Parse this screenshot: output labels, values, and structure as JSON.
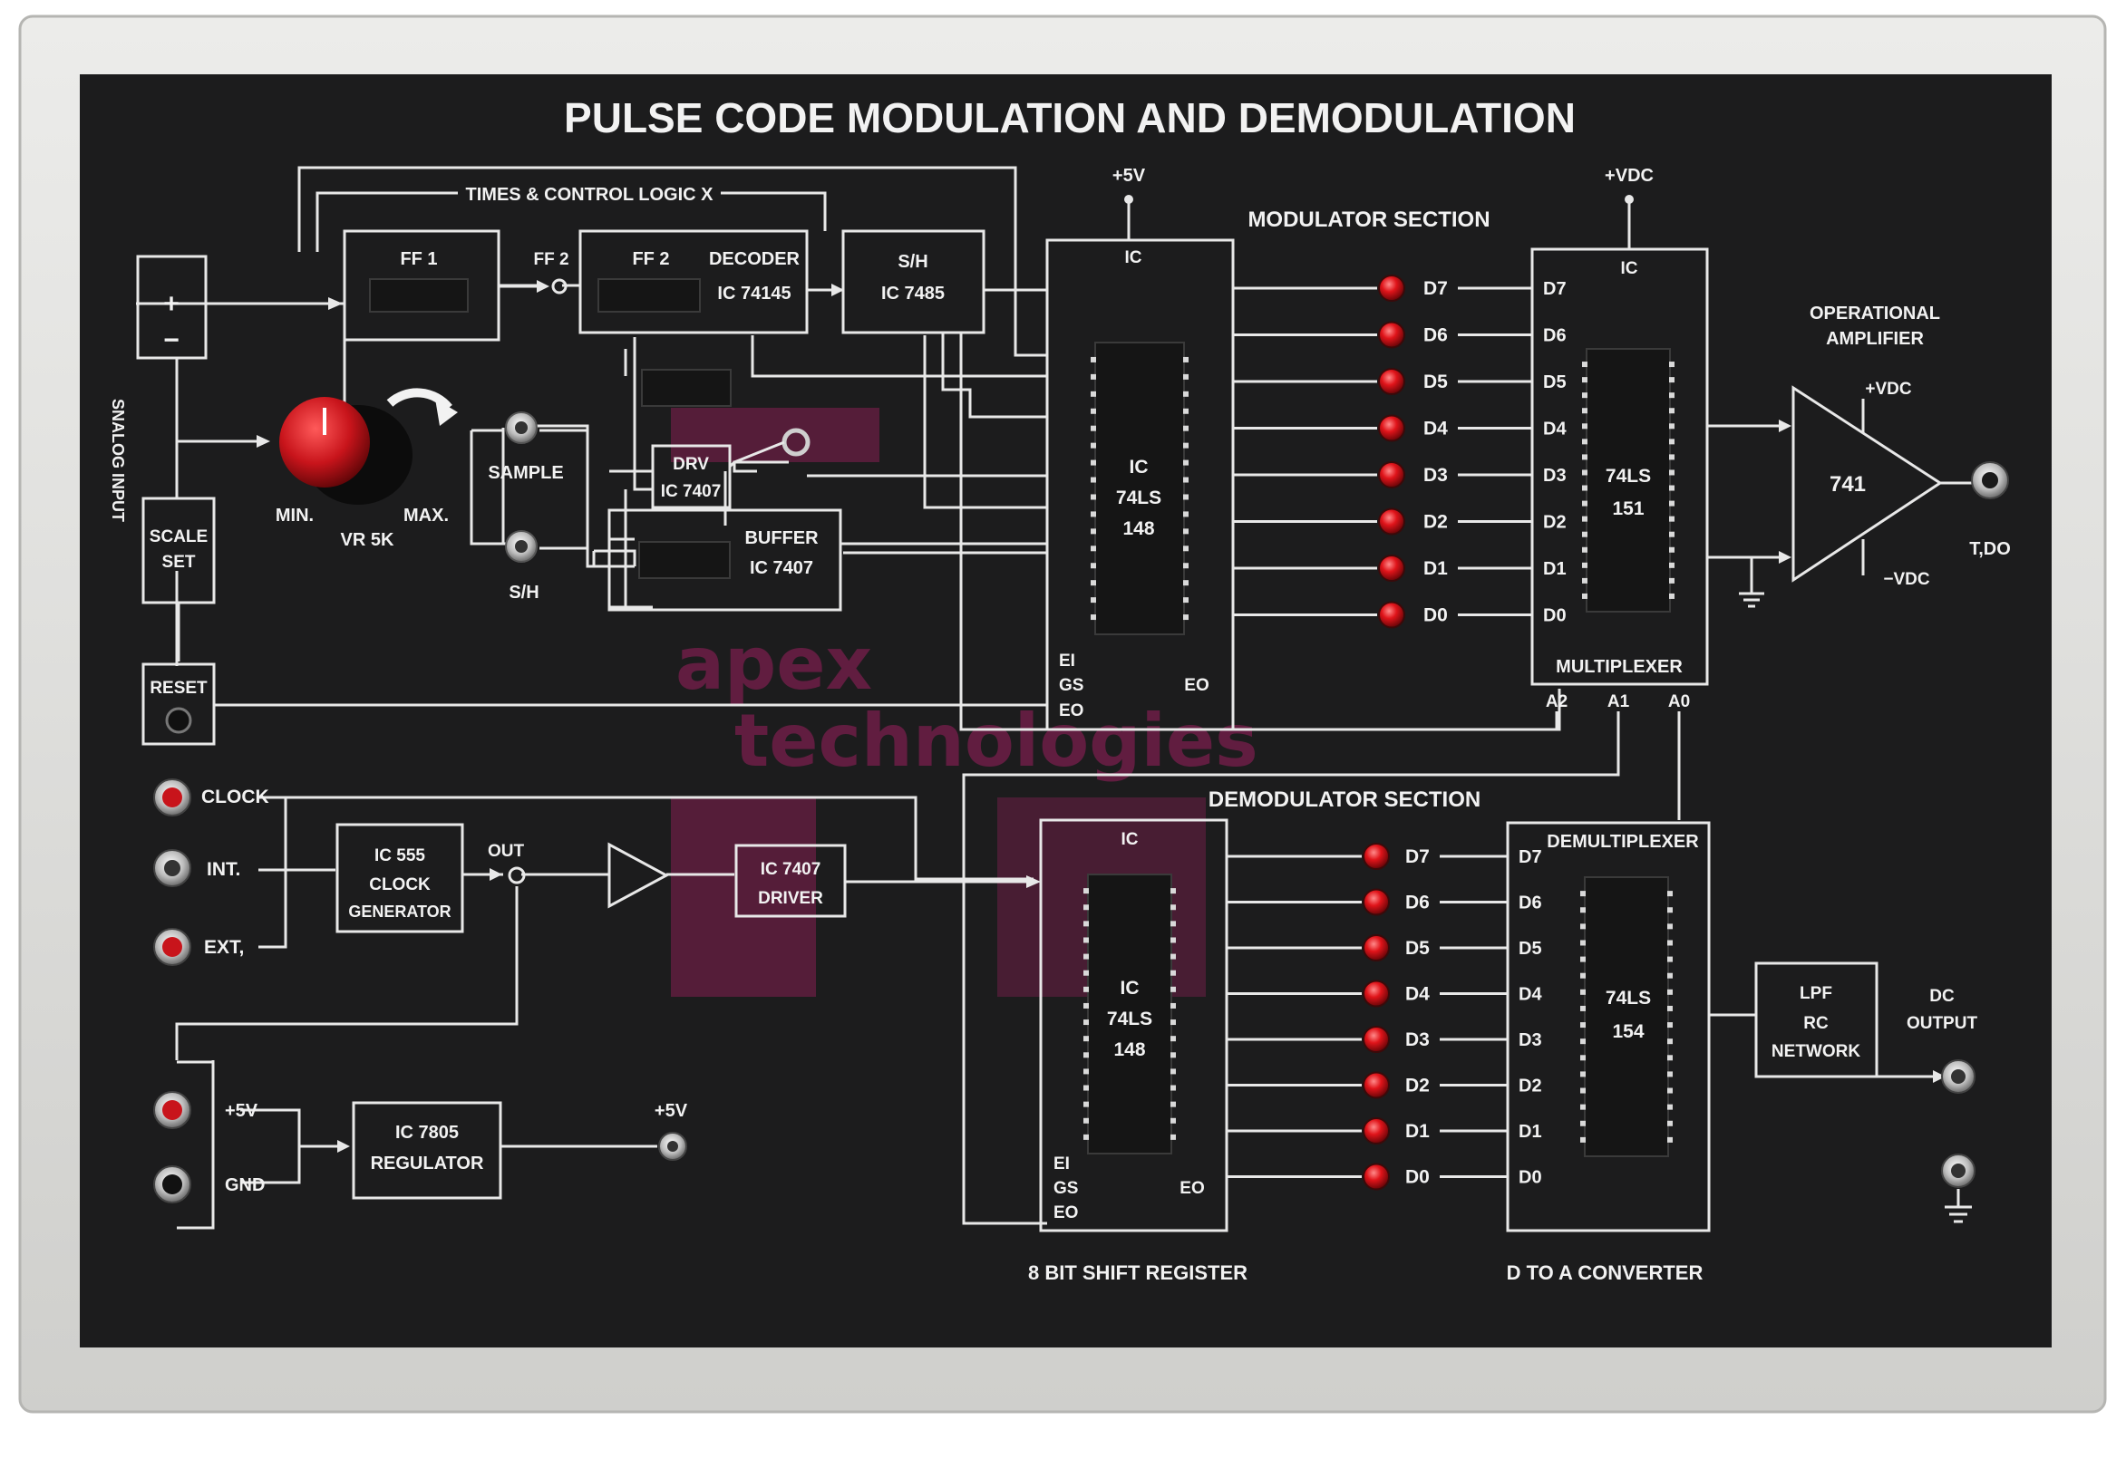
{
  "title": "PULSE CODE MODULATION AND DEMODULATION",
  "top_logic": {
    "times_control": "TIMES & CONTROL LOGIC X",
    "ff1": "FF 1",
    "ff2_label": "FF 2",
    "ff2_node": "FF 2",
    "decoder": [
      "DECODER",
      "IC 74145"
    ],
    "sh_ic": [
      "S/H",
      "IC 7485"
    ],
    "drv": [
      "DRV",
      "IC 7407"
    ],
    "buffer": [
      "BUFFER",
      "IC 7407"
    ]
  },
  "input_section": {
    "vertical_label": "SNALOG INPUT",
    "scale_set": [
      "SCALE",
      "SET"
    ],
    "reset": "RESET",
    "knob_min": "MIN.",
    "knob_max": "MAX.",
    "knob_name": "VR 5K",
    "sample": "SAMPLE",
    "sh": "S/H"
  },
  "modulator": {
    "title": "MODULATOR SECTION",
    "supply": "+5V",
    "ic_top": "IC",
    "ic_lines": [
      "IC",
      "74LS",
      "148"
    ],
    "pins_bottom": [
      "EI",
      "GS",
      "EO"
    ],
    "eo_right": "EO",
    "leds": [
      "D7",
      "D6",
      "D5",
      "D4",
      "D3",
      "D2",
      "D1",
      "D0"
    ]
  },
  "multiplexer": {
    "supply": "+VDC",
    "ic_top": "IC",
    "ic_lines": [
      "74LS",
      "151"
    ],
    "inputs": [
      "D7",
      "D6",
      "D5",
      "D4",
      "D3",
      "D2",
      "D1",
      "D0"
    ],
    "label": "MULTIPLEXER",
    "address": [
      "A2",
      "A1",
      "A0"
    ]
  },
  "opamp": {
    "title": [
      "OPERATIONAL",
      "AMPLIFIER"
    ],
    "name": "741",
    "vpos": "+VDC",
    "vneg": "−VDC",
    "output": "T,DO"
  },
  "clock_section": {
    "clock": "CLOCK",
    "int": "INT.",
    "ext": "EXT,",
    "ic555": [
      "IC 555",
      "CLOCK",
      "GENERATOR"
    ],
    "out": "OUT",
    "driver": [
      "IC 7407",
      "DRIVER"
    ]
  },
  "power": {
    "vplus": "+5V",
    "gnd": "GND",
    "regulator": [
      "IC 7805",
      "REGULATOR"
    ],
    "vout": "+5V"
  },
  "demodulator": {
    "title": "DEMODULATOR SECTION",
    "ic_top": "IC",
    "ic_lines": [
      "IC",
      "74LS",
      "148"
    ],
    "pins_bottom": [
      "EI",
      "GS",
      "EO"
    ],
    "eo_right": "EO",
    "leds": [
      "D7",
      "D6",
      "D5",
      "D4",
      "D3",
      "D2",
      "D1",
      "D0"
    ],
    "caption": "8 BIT SHIFT REGISTER"
  },
  "demultiplexer": {
    "label": "DEMULTIPLEXER",
    "ic_lines": [
      "74LS",
      "154"
    ],
    "inputs": [
      "D7",
      "D6",
      "D5",
      "D4",
      "D3",
      "D2",
      "D1",
      "D0"
    ],
    "caption": "D TO A CONVERTER"
  },
  "lpf": {
    "lines": [
      "LPF",
      "RC",
      "NETWORK"
    ],
    "dc_output": [
      "DC",
      "OUTPUT"
    ]
  },
  "watermark": [
    "apex",
    "technologies"
  ],
  "colors": {
    "panel": "#1c1c1d",
    "frame": "#dcdcda",
    "line": "#e8e8e8",
    "led": "#d9141a",
    "knob": "#c8141b",
    "watermark": "#9b1f5e"
  }
}
